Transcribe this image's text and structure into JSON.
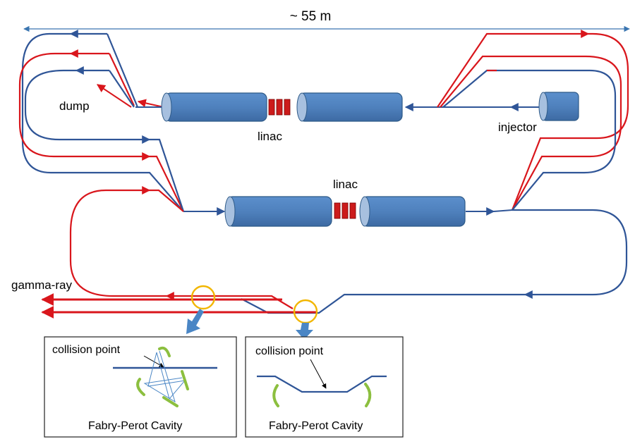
{
  "dimension_label": "~ 55 m",
  "labels": {
    "dump": "dump",
    "linac_top": "linac",
    "linac_bottom": "linac",
    "injector": "injector",
    "gamma_ray": "gamma-ray"
  },
  "insets": [
    {
      "collision_label": "collision point",
      "cavity_label": "Fabry-Perot Cavity"
    },
    {
      "collision_label": "collision point",
      "cavity_label": "Fabry-Perot Cavity"
    }
  ],
  "colors": {
    "blue_beam": "#2f5597",
    "red_beam": "#d9161c",
    "linac_fill": "#4f81bd",
    "linac_stroke": "#2e5a88",
    "linac_cap": "#a7c0df",
    "rf_cavity": "#cc1b1b",
    "marker_circle": "#f2b600",
    "mirror": "#8cbf3f",
    "arrow_big": "#4a86c5",
    "dimension": "#3a75b0"
  }
}
